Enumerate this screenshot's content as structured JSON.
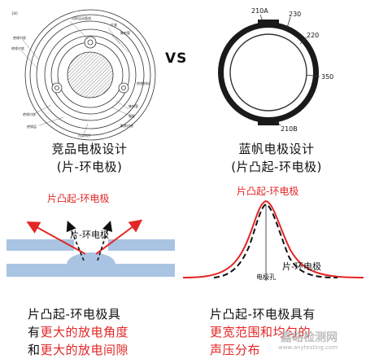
{
  "vs_label": "VS",
  "left_panel": {
    "figure_number": "100",
    "callouts": [
      "试样运动管线",
      "片装",
      "集射管",
      "绝缘衬底",
      "绝缘衬底",
      "绝缘材料",
      "集射管",
      "管胶",
      "聚焦衬底",
      "绝缘衬底",
      "绝缘层",
      "内部构件"
    ],
    "caption_line1": "竞品电极设计",
    "caption_line2": "(片-环电极)"
  },
  "right_panel": {
    "labels": [
      "210A",
      "230",
      "220",
      "350",
      "210B"
    ],
    "caption_line1": "蓝帆电极设计",
    "caption_line2": "(片凸起-环电极)"
  },
  "bottom_left": {
    "title": "片凸起-环电极",
    "inner_label": "片-环电极",
    "text_line1": "片凸起-环电极具",
    "text_line2_black": "有",
    "text_line2_red": "更大的放电角度",
    "text_line3_black": "和",
    "text_line3_red": "更大的放电间隙"
  },
  "bottom_right": {
    "title": "片凸起-环电极",
    "inner_label": "片-环电极",
    "hole_label": "电极孔",
    "text_line1": "片凸起-环电极具有",
    "text_line2_red": "更宽范围和均匀的",
    "text_line3_red": "声压分布"
  },
  "watermark": "嘉峪检测网",
  "watermark_url": "www.anytesting.com",
  "colors": {
    "red": "#e32626",
    "blue": "#a9c4e3"
  }
}
